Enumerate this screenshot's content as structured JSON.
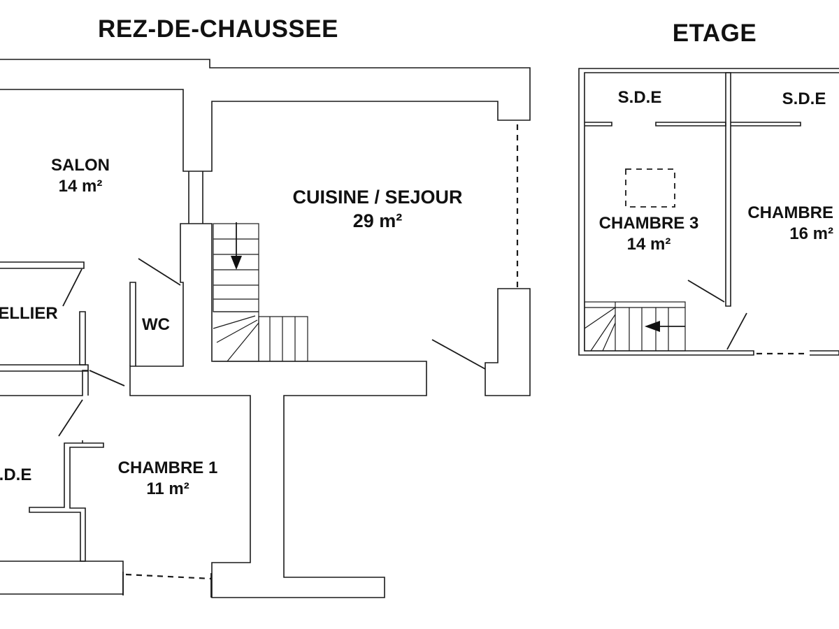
{
  "titles": {
    "ground_floor": "REZ-DE-CHAUSSEE",
    "upper_floor": "ETAGE"
  },
  "rooms": {
    "salon": {
      "name": "SALON",
      "area": "14 m²"
    },
    "cellier": {
      "name": "ELLIER"
    },
    "wc": {
      "name": "WC"
    },
    "cuisine_sejour": {
      "name": "CUISINE / SEJOUR",
      "area": "29 m²"
    },
    "sde_ground": {
      "name": ".D.E"
    },
    "chambre_1": {
      "name": "CHAMBRE 1",
      "area": "11 m²"
    },
    "sde_upper_left": {
      "name": "S.D.E"
    },
    "sde_upper_right": {
      "name": "S.D.E"
    },
    "chambre_3": {
      "name": "CHAMBRE 3",
      "area": "14 m²"
    },
    "chambre_upper_right": {
      "name": "CHAMBRE",
      "area": "16 m²"
    }
  }
}
